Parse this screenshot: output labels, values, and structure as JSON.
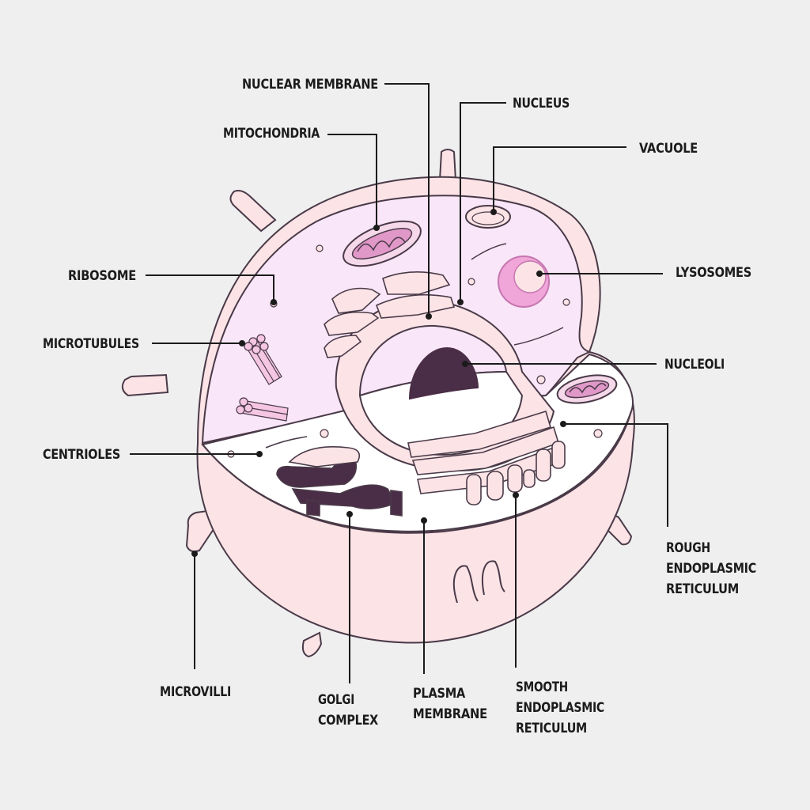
{
  "labels": {
    "nuclear_membrane": "NUCLEAR MEMBRANE",
    "nucleus": "NUCLEUS",
    "mitochondria": "MITOCHONDRIA",
    "vacuole": "VACUOLE",
    "ribosome": "RIBOSOME",
    "lysosomes": "LYSOSOMES",
    "microtubules": "MICROTUBULES",
    "nucleoli": "NUCLEOLI",
    "centrioles": "CENTRIOLES",
    "rough_er": [
      "ROUGH",
      "ENDOPLASMIC",
      "RETICULUM"
    ],
    "microvilli": "MICROVILLI",
    "golgi": [
      "GOLGI",
      "COMPLEX"
    ],
    "plasma_membrane": [
      "PLASMA",
      "MEMBRANE"
    ],
    "smooth_er": [
      "SMOOTH",
      "ENDOPLASMIC",
      "RETICULUM"
    ]
  },
  "colors": {
    "background": "#efefef",
    "cell_outer": "#fbe3e6",
    "cytoplasm": "#f9e6f8",
    "cut_face": "#ffffff",
    "nucleolus": "#4a2d47",
    "lysosome": "#f0a6d8",
    "golgi": "#4a2d47"
  }
}
